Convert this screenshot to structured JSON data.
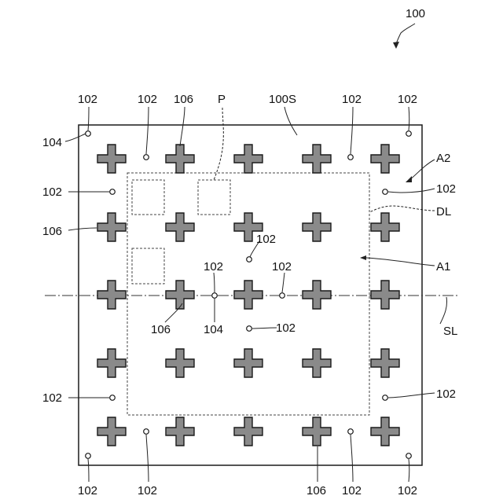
{
  "figure": {
    "ref_device": "100",
    "labels": {
      "substrate_surface": "100S",
      "pattern": "P",
      "second_area": "A2",
      "first_area": "A1",
      "dicing_line": "DL",
      "scribe_line": "SL",
      "pad": "102",
      "pad_alt": "104",
      "cross_mark": "106"
    }
  }
}
